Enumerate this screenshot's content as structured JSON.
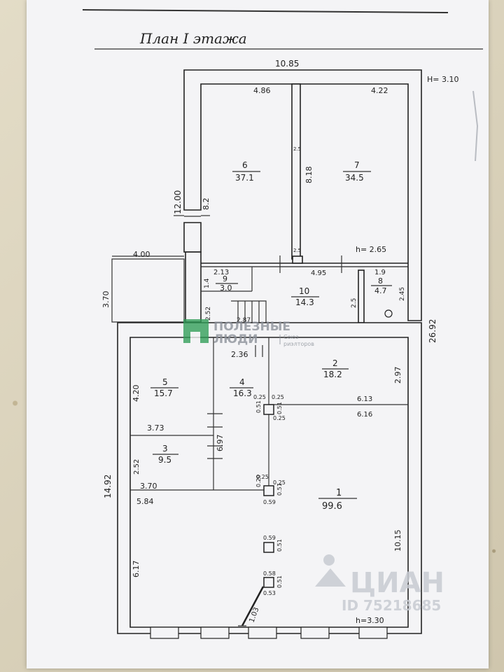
{
  "plan": {
    "title": "План I этажа",
    "height_total": "H= 3.10",
    "dims": {
      "top_width": "10.85",
      "left_upper": "12.00",
      "left_annex_width": "4.00",
      "left_annex_depth": "3.70",
      "right_total": "26.92",
      "left_lower": "14.92",
      "room6_top": "4.86",
      "room7_top": "4.22",
      "room6_side": "8.2",
      "partition_v": "8.18",
      "ceiling_upper": "h= 2.65",
      "corridor_len": "4.95",
      "room9_w": "2.13",
      "room9_d": "1.4",
      "room8_w": "1.9",
      "room8_d": "2.45",
      "corridor_d": "2.5",
      "stair_a": "2.87",
      "stair_b": "2.52",
      "room4_w": "2.36",
      "room2_side": "2.97",
      "room2_len_a": "6.13",
      "room2_len_b": "6.16",
      "room5_h": "4.20",
      "room5_w": "3.73",
      "room4_h": "6.97",
      "room3_h": "2.52",
      "room3_w": "3.70",
      "hall_w": "5.84",
      "hall_side_right": "10.15",
      "hall_side_left": "6.17",
      "door_w": "1.03",
      "ceiling_lower": "h=3.30"
    },
    "columns": {
      "c1_top": "0.25",
      "c1_mid": "0.25",
      "c1_l": "0.51",
      "c1_r": "0.51",
      "c1_b": "0.25",
      "c2_top_l": "0.25",
      "c2_top_r": "0.25",
      "c2_l": "0.20",
      "c2_r": "0.51",
      "c2_b": "0.59",
      "c3_top": "0.59",
      "c3_r": "0.51",
      "c4_top": "0.58",
      "c4_r": "0.51",
      "c4_b": "0.53",
      "small_a": "2.5",
      "small_b": "2.5"
    },
    "rooms": [
      {
        "num": "6",
        "area": "37.1"
      },
      {
        "num": "7",
        "area": "34.5"
      },
      {
        "num": "9",
        "area": "3.0"
      },
      {
        "num": "10",
        "area": "14.3"
      },
      {
        "num": "8",
        "area": "4.7"
      },
      {
        "num": "5",
        "area": "15.7"
      },
      {
        "num": "4",
        "area": "16.3"
      },
      {
        "num": "2",
        "area": "18.2"
      },
      {
        "num": "3",
        "area": "9.5"
      },
      {
        "num": "1",
        "area": "99.6"
      }
    ]
  },
  "watermark_agency": {
    "line1": "ПОЛЕЗНЫЕ",
    "line2": "ЛЮДИ",
    "tag1": "Союз",
    "tag2": "риэлторов"
  },
  "watermark_cian": {
    "brand": "ЦИАН",
    "id": "ID 75218685"
  },
  "colors": {
    "paper": "#f4f4f6",
    "ink": "#222222",
    "agency_green": "#2f9d57"
  }
}
